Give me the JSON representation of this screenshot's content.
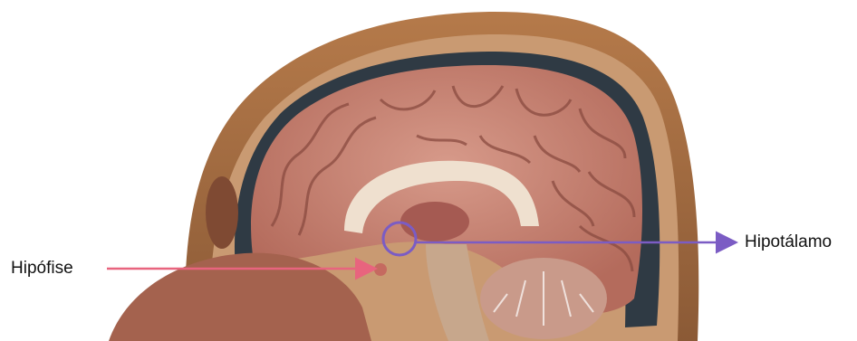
{
  "labels": {
    "pituitary": "Hipófise",
    "hypothalamus": "Hipotálamo"
  },
  "colors": {
    "pituitary_arrow": "#e8647e",
    "hypothalamus_marker": "#7b5cc4",
    "background": "#ffffff"
  },
  "image": {
    "subject": "sagittal section of a human head anatomical model showing brain",
    "icons": [
      "pink-arrow-left",
      "purple-circle",
      "purple-arrow-right"
    ]
  }
}
